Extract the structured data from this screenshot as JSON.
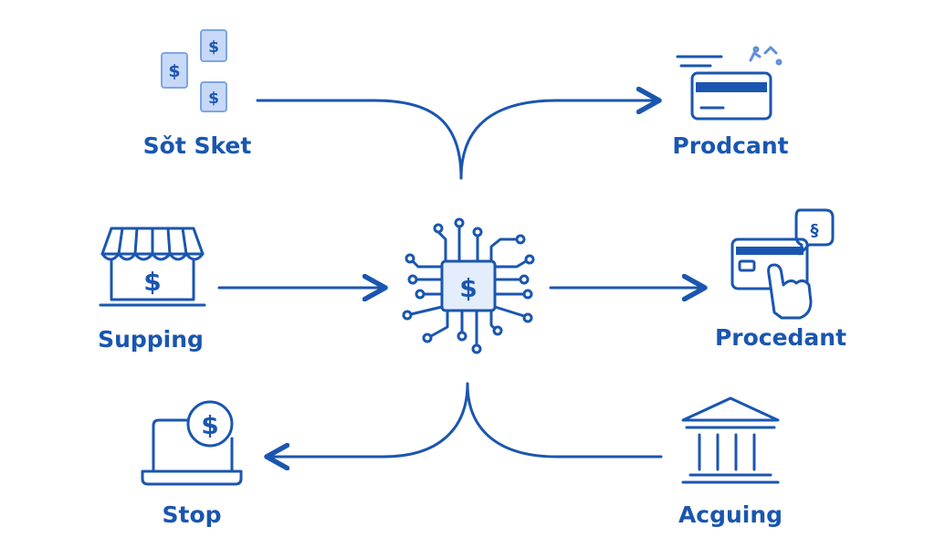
{
  "colors": {
    "primary": "#1a56b0",
    "fill_light": "#c7d9f6",
    "fill_pale": "#e4edfb"
  },
  "nodes": {
    "top_left": {
      "label": "Sǒt Sket",
      "icon": "stacked-dollar-bills-icon"
    },
    "top_right": {
      "label": "Prodcant",
      "icon": "credit-card-icon"
    },
    "mid_left": {
      "label": "Supping",
      "icon": "storefront-icon"
    },
    "mid_right": {
      "label": "Procedant",
      "icon": "card-payment-hand-icon"
    },
    "bottom_left": {
      "label": "Stop",
      "icon": "laptop-dollar-icon"
    },
    "bottom_right": {
      "label": "Acguing",
      "icon": "bank-building-icon"
    },
    "center": {
      "icon": "processor-chip-dollar-icon",
      "symbol": "$"
    }
  },
  "symbols": {
    "dollar": "$",
    "section": "§"
  }
}
